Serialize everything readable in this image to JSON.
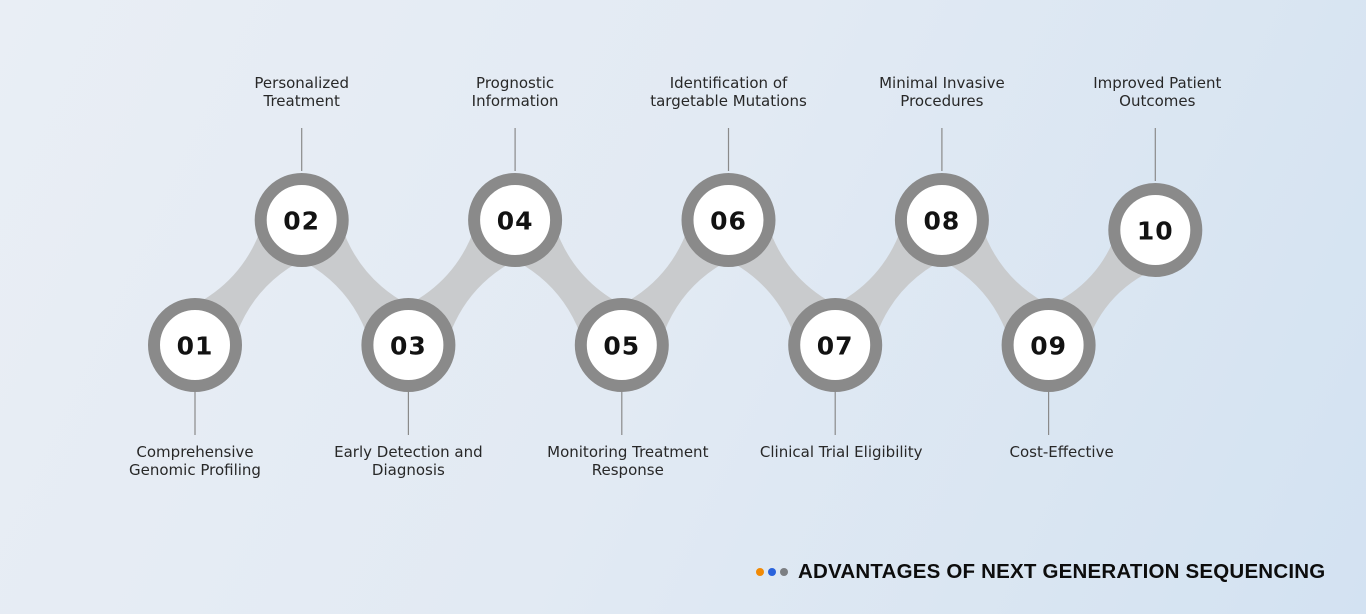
{
  "title": {
    "text": "ADVANTAGES OF NEXT GENERATION SEQUENCING",
    "dots": [
      {
        "name": "orange",
        "color": "#f18a05"
      },
      {
        "name": "blue",
        "color": "#2a63dc"
      },
      {
        "name": "gray",
        "color": "#7c7f83"
      }
    ]
  },
  "steps": [
    {
      "number": "01",
      "lines": [
        "Comprehensive",
        "Genomic Profiling"
      ]
    },
    {
      "number": "02",
      "lines": [
        "Personalized",
        "Treatment"
      ]
    },
    {
      "number": "03",
      "lines": [
        "Early Detection and",
        "Diagnosis"
      ]
    },
    {
      "number": "04",
      "lines": [
        "Prognostic",
        "Information"
      ]
    },
    {
      "number": "05",
      "lines": [
        "Monitoring Treatment",
        "Response"
      ]
    },
    {
      "number": "06",
      "lines": [
        "Identification of",
        "targetable Mutations"
      ]
    },
    {
      "number": "07",
      "lines": [
        "Clinical Trial Eligibility"
      ]
    },
    {
      "number": "08",
      "lines": [
        "Minimal Invasive",
        "Procedures"
      ]
    },
    {
      "number": "09",
      "lines": [
        "Cost-Effective"
      ]
    },
    {
      "number": "10",
      "lines": [
        "Improved Patient",
        "Outcomes"
      ]
    }
  ],
  "colors": {
    "background_start": "#e9eef5",
    "background_end": "#d3e2f2",
    "ring": "#8a8a8a",
    "ribbon": "#c9cbcd",
    "circle_fill": "#ffffff",
    "number_text": "#121212",
    "label_text": "#282828",
    "connector_line": "#8a8a8a",
    "title_text": "#0d0d0d"
  }
}
